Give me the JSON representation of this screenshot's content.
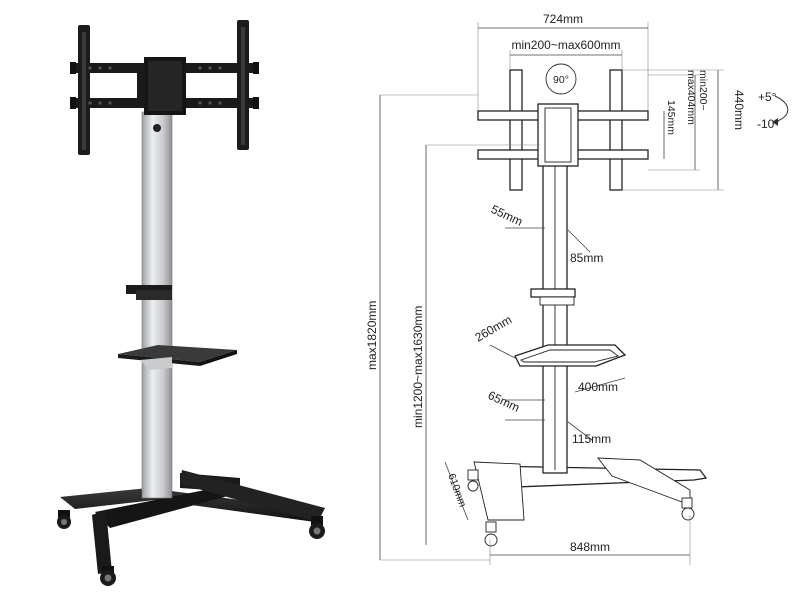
{
  "dimensions": {
    "width_overall": "724mm",
    "vesa_horizontal": "min200~max600mm",
    "rotation": "90°",
    "vesa_vertical": "min200~\nmax404mm",
    "bracket_height": "440mm",
    "tilt_up": "+5°",
    "tilt_down": "-10°",
    "arm_spacing": "145mm",
    "max_height": "max1820mm",
    "height_range": "min1200~max1630mm",
    "pole_depth": "55mm",
    "pole_width": "85mm",
    "shelf_depth": "260mm",
    "shelf_width": "400mm",
    "base_pole_depth": "65mm",
    "base_pole_width": "115mm",
    "base_depth": "610mm",
    "base_width": "848mm"
  },
  "colors": {
    "frame_black": "#1f1f1f",
    "pole_silver": "#c9cbcd",
    "pole_highlight": "#eceeef",
    "shelf_glass": "#3a3a3a",
    "outline": "#222222"
  }
}
